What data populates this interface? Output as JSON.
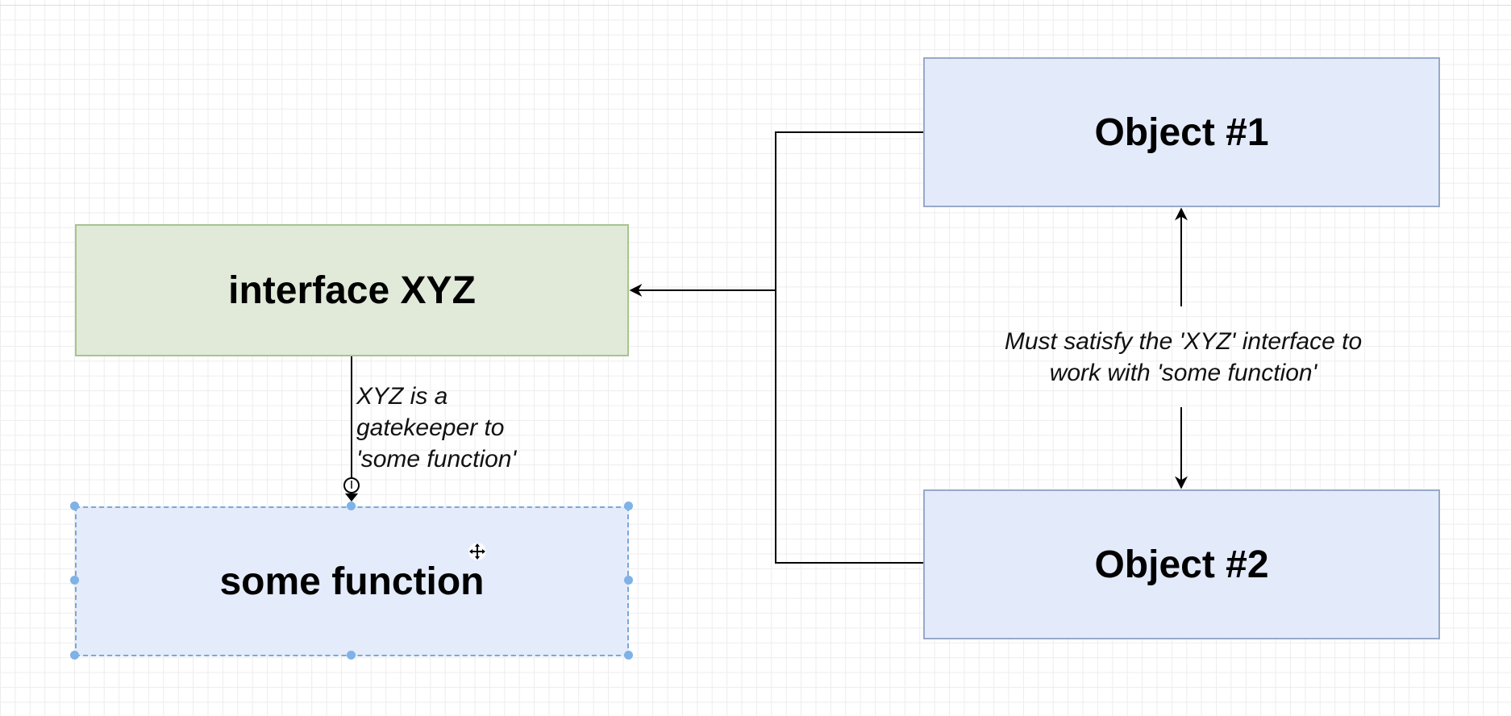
{
  "colors": {
    "interface_fill": "#e1ead9",
    "interface_border": "#a8c48e",
    "object_fill": "#e3eafa",
    "object_border": "#98a9c9",
    "selection_fill": "#e4ebfa",
    "selection_border": "#7aa8d8",
    "handle": "#7fb2e6",
    "connector": "#000000"
  },
  "shapes": {
    "interface": {
      "label": "interface XYZ"
    },
    "some_function": {
      "label": "some function",
      "selected": true
    },
    "object1": {
      "label": "Object #1"
    },
    "object2": {
      "label": "Object #2"
    }
  },
  "notes": {
    "gatekeeper": [
      "XYZ is a",
      "gatekeeper to",
      "'some function'"
    ],
    "satisfy": [
      "Must satisfy the 'XYZ' interface to",
      "work with 'some function'"
    ]
  },
  "icons": {
    "connection_point": "connection-point-icon",
    "move_cursor": "move-cursor-icon"
  }
}
